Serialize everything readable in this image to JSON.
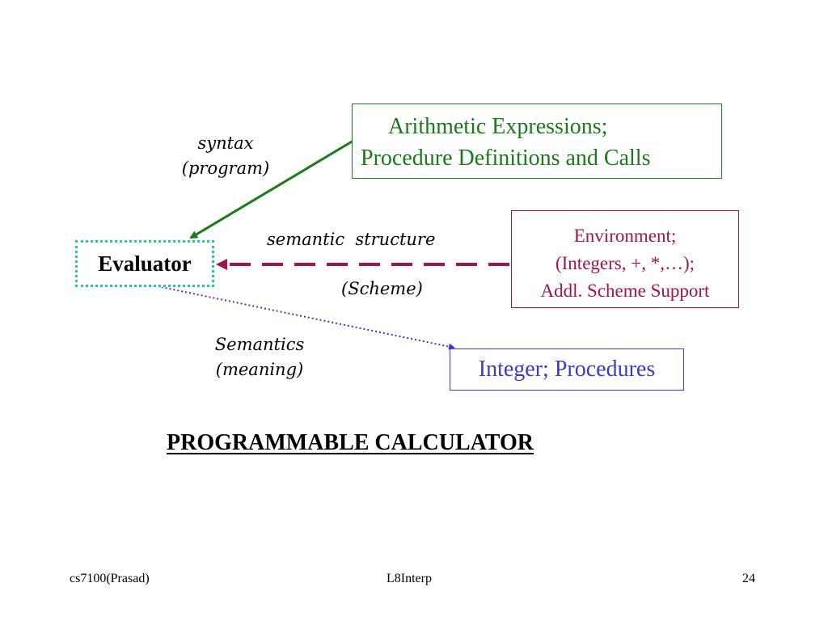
{
  "syntax_box": {
    "line1": "Arithmetic Expressions;",
    "line2": "Procedure Definitions and Calls"
  },
  "semantic_box": {
    "line1": "Environment;",
    "line2": "(Integers, +, *,…);",
    "line3": "Addl. Scheme Support"
  },
  "evaluator": {
    "label": "Evaluator"
  },
  "meaning_box": {
    "label": "Integer; Procedures"
  },
  "labels": {
    "syntax": "syntax",
    "program": "(program)",
    "semantic_structure": "semantic  structure",
    "scheme": "(Scheme)",
    "semantics": "Semantics",
    "meaning": "(meaning)"
  },
  "title": "PROGRAMMABLE CALCULATOR",
  "footer": {
    "left": "cs7100(Prasad)",
    "center": "L8Interp",
    "right": "24"
  },
  "colors": {
    "syntax": "#1a7a1a",
    "semantic": "#a31545",
    "meaning": "#3a3acc",
    "evaluator_border": "#2ec4a0"
  }
}
